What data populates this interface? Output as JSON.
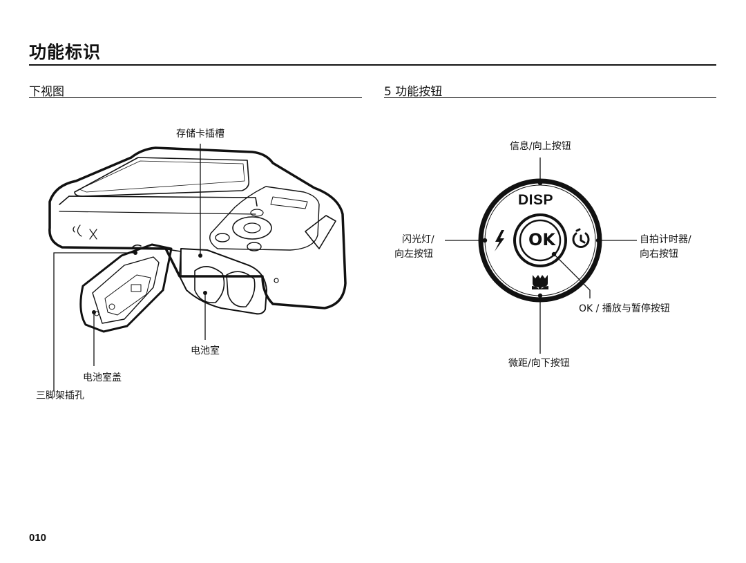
{
  "page": {
    "title": "功能标识",
    "page_number": "010"
  },
  "bottom_view": {
    "heading": "下视图",
    "labels": {
      "card_slot": "存储卡插槽",
      "battery_chamber": "电池室",
      "battery_cover": "电池室盖",
      "tripod_socket": "三脚架插孔"
    }
  },
  "function_buttons": {
    "heading": "5 功能按钮",
    "labels": {
      "info_up": "信息/向上按钮",
      "flash_left_line1": "闪光灯/",
      "flash_left_line2": "向左按钮",
      "timer_right_line1": "自拍计时器/",
      "timer_right_line2": "向右按钮",
      "ok_play_pause": "OK / 播放与暂停按钮",
      "macro_down": "微距/向下按钮"
    },
    "dial": {
      "disp_text": "DISP",
      "ok_text": "OK"
    }
  }
}
